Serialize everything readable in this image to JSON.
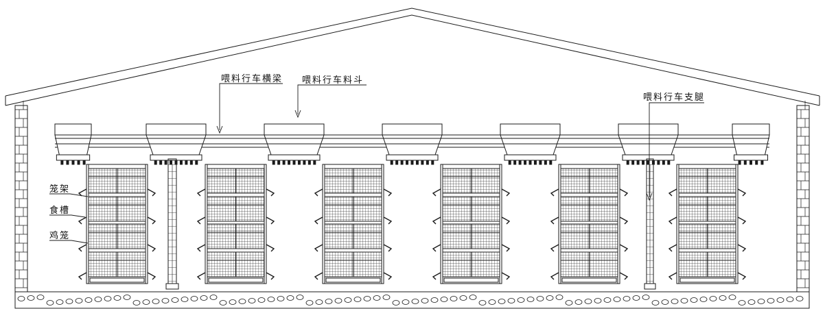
{
  "labels": {
    "beam": "喂料行车横梁",
    "hopper": "喂料行车料斗",
    "leg": "喂料行车支腿",
    "cage_frame": "笼架",
    "trough": "食槽",
    "chicken_cage": "鸡笼"
  },
  "structure": {
    "cage_rows": 6,
    "tiers_per_row": 4,
    "hoppers": 7,
    "carriage_legs": 2
  },
  "colors": {
    "line": "#1a1a1a",
    "mesh": "#333333",
    "background": "#ffffff"
  }
}
